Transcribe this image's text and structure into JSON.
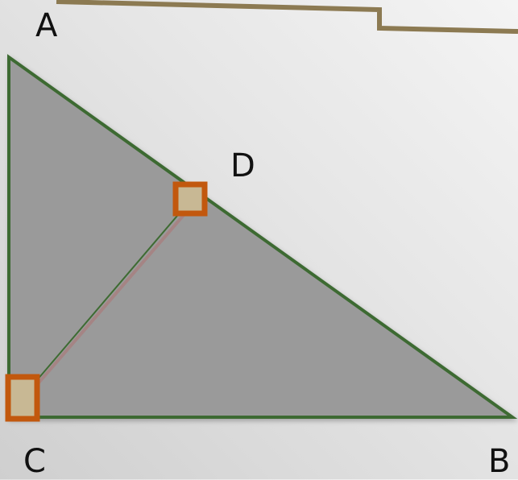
{
  "labels": {
    "a": "A",
    "b": "B",
    "c": "C",
    "d": "D"
  },
  "colors": {
    "triangle_fill": "#9a9a9a",
    "triangle_stroke": "#3e6b32",
    "altitude_line": "#3e6b32",
    "marker_stroke": "#c2580e",
    "marker_fill": "#c8b894",
    "frame_line": "#8c7a52"
  }
}
